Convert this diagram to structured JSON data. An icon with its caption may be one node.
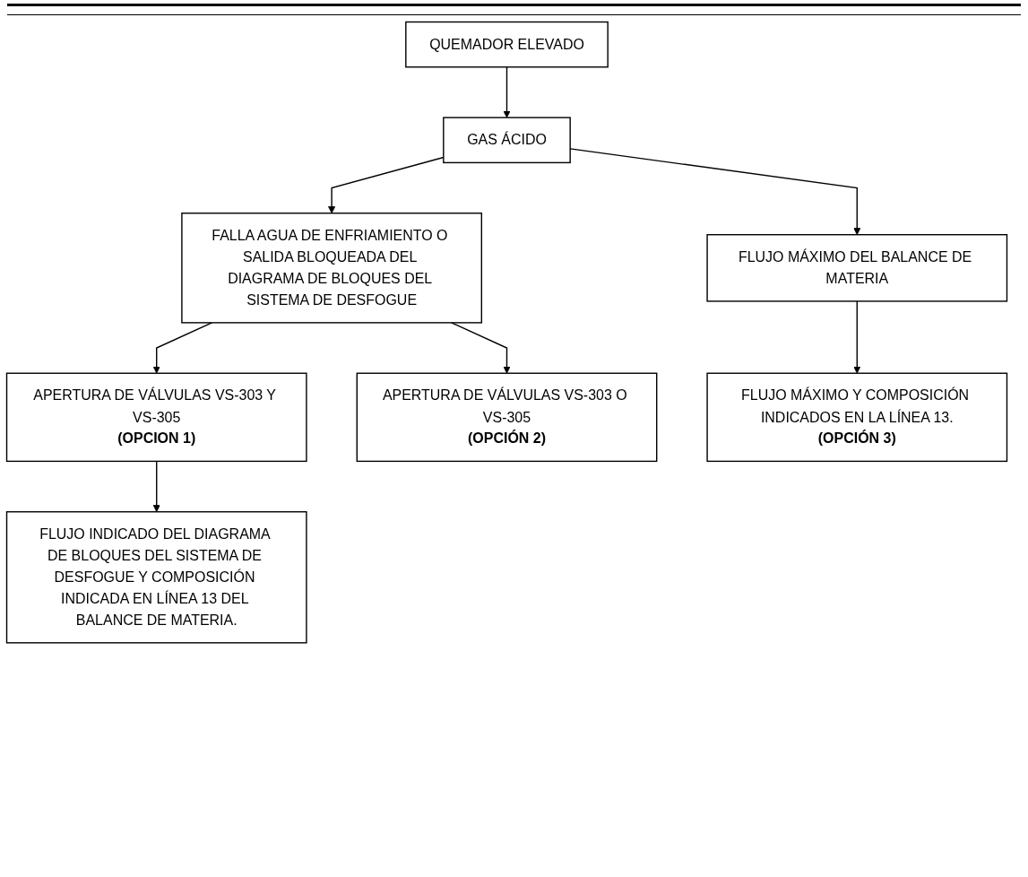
{
  "diagram": {
    "nodes": [
      {
        "text": [
          "QUEMADOR ELEVADO"
        ]
      },
      {
        "text": [
          "GAS ÁCIDO"
        ]
      },
      {
        "text": [
          "FALLA AGUA DE ENFRIAMIENTO O SALIDA BLOQUEADA DEL DIAGRAMA DE BLOQUES DEL SISTEMA DE DESFOGUE"
        ]
      },
      {
        "text": [
          "FLUJO MÁXIMO DEL BALANCE DE MATERIA"
        ]
      },
      {
        "text": [
          "APERTURA DE VÁLVULAS VS-303 Y VS-305",
          "(OPCION 1)"
        ]
      },
      {
        "text": [
          "APERTURA DE VÁLVULAS VS-303 O VS-305",
          "(OPCIÓN 2)"
        ]
      },
      {
        "text": [
          "FLUJO MÁXIMO Y COMPOSICIÓN INDICADOS EN LA LÍNEA 13.",
          "(OPCIÓN 3)"
        ]
      },
      {
        "text": [
          "FLUJO INDICADO DEL DIAGRAMA DE BLOQUES DEL SISTEMA DE DESFOGUE Y COMPOSICIÓN INDICADA EN LÍNEA 13 DEL BALANCE DE MATERIA."
        ]
      }
    ],
    "edges": [
      {
        "from": 0,
        "to": 1,
        "arrow": "to"
      },
      {
        "from": 1,
        "to": 2,
        "arrow": "to"
      },
      {
        "from": 1,
        "to": 3,
        "arrow": "to"
      },
      {
        "from": 2,
        "to": 4,
        "arrow": "to"
      },
      {
        "from": 2,
        "to": 5,
        "arrow": "to"
      },
      {
        "from": 3,
        "to": 6,
        "arrow": "to"
      },
      {
        "from": 4,
        "to": 7,
        "arrow": "to"
      }
    ]
  }
}
